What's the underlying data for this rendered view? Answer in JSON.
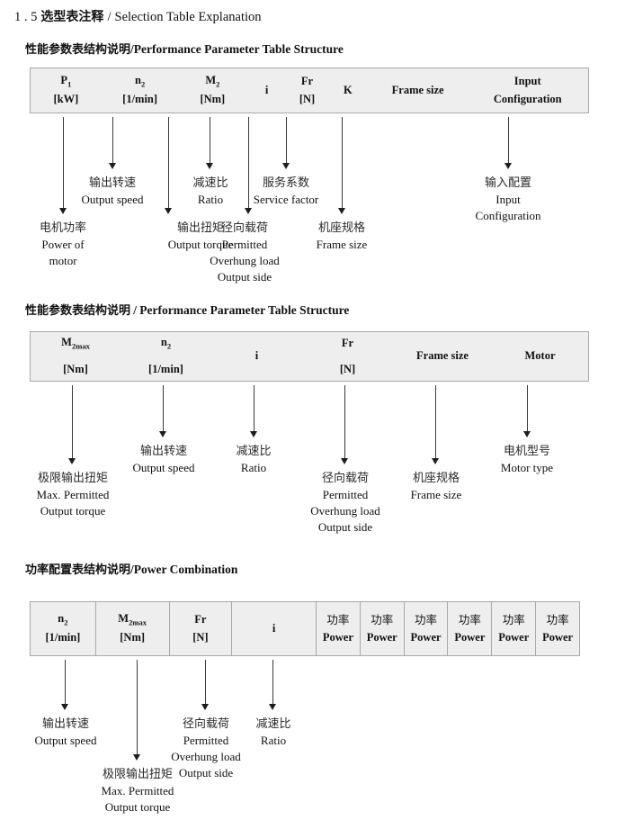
{
  "document": {
    "section_number": "1 . 5",
    "title_cn": "选型表注释",
    "separator": "/",
    "title_en": "Selection Table Explanation"
  },
  "sections": [
    {
      "heading_cn": "性能参数表结构说明",
      "heading_sep": "/",
      "heading_en": "Performance Parameter Table Structure",
      "table": {
        "columns": [
          {
            "symbol": "P",
            "subscript": "1",
            "unit": "[kW]"
          },
          {
            "symbol": "n",
            "subscript": "2",
            "unit": "[1/min]"
          },
          {
            "symbol": "M",
            "subscript": "2",
            "unit": "[Nm]"
          },
          {
            "symbol": "i",
            "subscript": "",
            "unit": ""
          },
          {
            "symbol": "Fr",
            "subscript": "",
            "unit": "[N]"
          },
          {
            "symbol": "K",
            "subscript": "",
            "unit": ""
          },
          {
            "symbol": "Frame size",
            "subscript": "",
            "unit": ""
          },
          {
            "symbol": "Input",
            "subscript": "",
            "unit": "Configuration"
          }
        ]
      },
      "annotations": [
        {
          "cn": "电机功率",
          "en": [
            "Power of",
            "motor"
          ]
        },
        {
          "cn": "输出转速",
          "en": [
            "Output speed"
          ]
        },
        {
          "cn": "输出扭矩",
          "en": [
            "Output torque"
          ]
        },
        {
          "cn": "减速比",
          "en": [
            "Ratio"
          ]
        },
        {
          "cn": "径向载荷",
          "en": [
            "Permitted",
            "Overhung load",
            "Output side"
          ]
        },
        {
          "cn": "服务系数",
          "en": [
            "Service factor"
          ]
        },
        {
          "cn": "机座规格",
          "en": [
            "Frame size"
          ]
        },
        {
          "cn": "输入配置",
          "en": [
            "Input",
            "Configuration"
          ]
        }
      ]
    },
    {
      "heading_cn": "性能参数表结构说明",
      "heading_sep": "/",
      "heading_en": "Performance Parameter Table Structure",
      "table": {
        "columns": [
          {
            "symbol": "M",
            "subscript": "2max",
            "unit": "[Nm]"
          },
          {
            "symbol": "n",
            "subscript": "2",
            "unit": "[1/min]"
          },
          {
            "symbol": "i",
            "subscript": "",
            "unit": ""
          },
          {
            "symbol": "Fr",
            "subscript": "",
            "unit": "[N]"
          },
          {
            "symbol": "Frame size",
            "subscript": "",
            "unit": ""
          },
          {
            "symbol": "Motor",
            "subscript": "",
            "unit": ""
          }
        ]
      },
      "annotations": [
        {
          "cn": "极限输出扭矩",
          "en": [
            "Max. Permitted",
            "Output  torque"
          ]
        },
        {
          "cn": "输出转速",
          "en": [
            "Output speed"
          ]
        },
        {
          "cn": "减速比",
          "en": [
            "Ratio"
          ]
        },
        {
          "cn": "径向载荷",
          "en": [
            "Permitted",
            "Overhung load",
            "Output side"
          ]
        },
        {
          "cn": "机座规格",
          "en": [
            "Frame size"
          ]
        },
        {
          "cn": "电机型号",
          "en": [
            "Motor type"
          ]
        }
      ]
    },
    {
      "heading_cn": "功率配置表结构说明",
      "heading_sep": "/",
      "heading_en": "Power Combination",
      "table": {
        "columns": [
          {
            "symbol": "n",
            "subscript": "2",
            "unit": "[1/min]"
          },
          {
            "symbol": "M",
            "subscript": "2max",
            "unit": "[Nm]"
          },
          {
            "symbol": "Fr",
            "subscript": "",
            "unit": "[N]"
          },
          {
            "symbol": "i",
            "subscript": "",
            "unit": ""
          },
          {
            "symbol": "功率",
            "subscript": "",
            "unit": "Power"
          },
          {
            "symbol": "功率",
            "subscript": "",
            "unit": "Power"
          },
          {
            "symbol": "功率",
            "subscript": "",
            "unit": "Power"
          },
          {
            "symbol": "功率",
            "subscript": "",
            "unit": "Power"
          },
          {
            "symbol": "功率",
            "subscript": "",
            "unit": "Power"
          },
          {
            "symbol": "功率",
            "subscript": "",
            "unit": "Power"
          }
        ]
      },
      "annotations": [
        {
          "cn": "输出转速",
          "en": [
            "Output speed"
          ]
        },
        {
          "cn": "极限输出扭矩",
          "en": [
            "Max. Permitted",
            "Output  torque"
          ]
        },
        {
          "cn": "径向载荷",
          "en": [
            "Permitted",
            "Overhung load",
            "Output side"
          ]
        },
        {
          "cn": "减速比",
          "en": [
            "Ratio"
          ]
        }
      ]
    }
  ]
}
